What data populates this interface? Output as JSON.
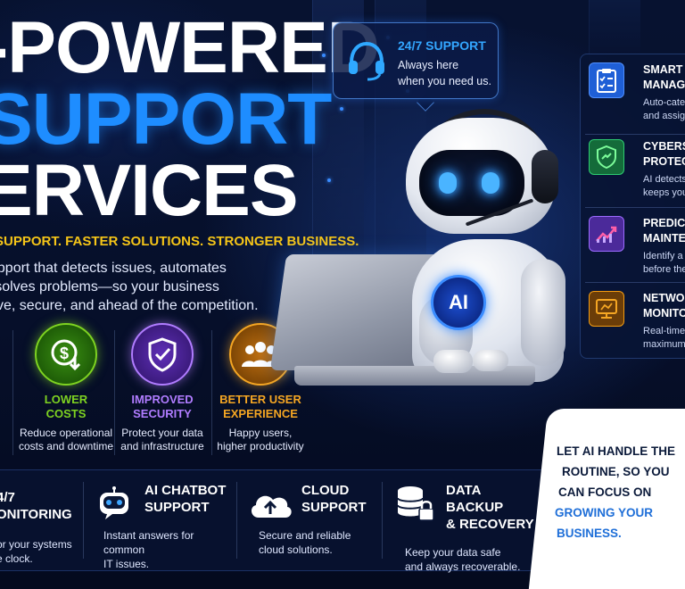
{
  "headline": {
    "line1": "-POWERED",
    "line2": "SUPPORT",
    "line3": "ERVICES",
    "tagline": "SUPPORT. FASTER SOLUTIONS. STRONGER BUSINESS.",
    "description": [
      "support that detects issues, automates",
      "resolves problems—so your business",
      "ctive, secure, and ahead of the competition."
    ]
  },
  "benefits": [
    {
      "title_lines": [
        "LOWER",
        "COSTS"
      ],
      "desc_lines": [
        "Reduce operational",
        "costs and downtime"
      ],
      "color": "#7ed321",
      "icon": "dollar-down-icon"
    },
    {
      "title_lines": [
        "IMPROVED",
        "SECURITY"
      ],
      "desc_lines": [
        "Protect your data",
        "and infrastructure"
      ],
      "color": "#b07cff",
      "icon": "shield-check-icon"
    },
    {
      "title_lines": [
        "BETTER USER",
        "EXPERIENCE"
      ],
      "desc_lines": [
        "Happy users,",
        "higher productivity"
      ],
      "color": "#f5a623",
      "icon": "users-icon"
    }
  ],
  "support_bubble": {
    "title": "24/7 SUPPORT",
    "line1": "Always here",
    "line2": "when you need us.",
    "icon": "headset-icon"
  },
  "side_panel": [
    {
      "title_lines": [
        "SMART",
        "MANAG"
      ],
      "desc_lines": [
        "Auto-cate",
        "and assig"
      ],
      "icon": "clipboard-checklist-icon",
      "color": "#2f7cf6"
    },
    {
      "title_lines": [
        "CYBERS",
        "PROTEC"
      ],
      "desc_lines": [
        "AI detects",
        "keeps you"
      ],
      "icon": "shield-icon",
      "color": "#27ae60"
    },
    {
      "title_lines": [
        "PREDICT",
        "MAINTE"
      ],
      "desc_lines": [
        "Identify a",
        "before the"
      ],
      "icon": "trend-chart-icon",
      "color": "#8e5bff"
    },
    {
      "title_lines": [
        "NETWO",
        "MONITO"
      ],
      "desc_lines": [
        "Real-time",
        "maximum"
      ],
      "icon": "monitor-network-icon",
      "color": "#f39c12"
    }
  ],
  "features": [
    {
      "title_lines": [
        "4/7",
        "ONITORING"
      ],
      "desc_lines": [
        "or your systems",
        "e clock."
      ],
      "icon": ""
    },
    {
      "title_lines": [
        "AI CHATBOT",
        "SUPPORT"
      ],
      "desc_lines": [
        "Instant answers for common",
        "IT issues."
      ],
      "icon": "chatbot-icon"
    },
    {
      "title_lines": [
        "CLOUD",
        "SUPPORT"
      ],
      "desc_lines": [
        "Secure and reliable",
        "cloud solutions."
      ],
      "icon": "cloud-upload-icon"
    },
    {
      "title_lines": [
        "DATA BACKUP",
        "& RECOVERY"
      ],
      "desc_lines": [
        "Keep your data safe",
        "and always recoverable."
      ],
      "icon": "database-lock-icon"
    }
  ],
  "cta": {
    "line1": "LET AI HANDLE THE",
    "line2": "ROUTINE, SO YOU",
    "line3": "CAN FOCUS ON",
    "line4": "GROWING YOUR",
    "line5": "BUSINESS."
  },
  "robot": {
    "badge": "AI"
  },
  "colors": {
    "background": "#050d24",
    "accent_blue": "#1e8dff",
    "tagline_yellow": "#f5c518",
    "cta_highlight": "#1f6fd8"
  }
}
